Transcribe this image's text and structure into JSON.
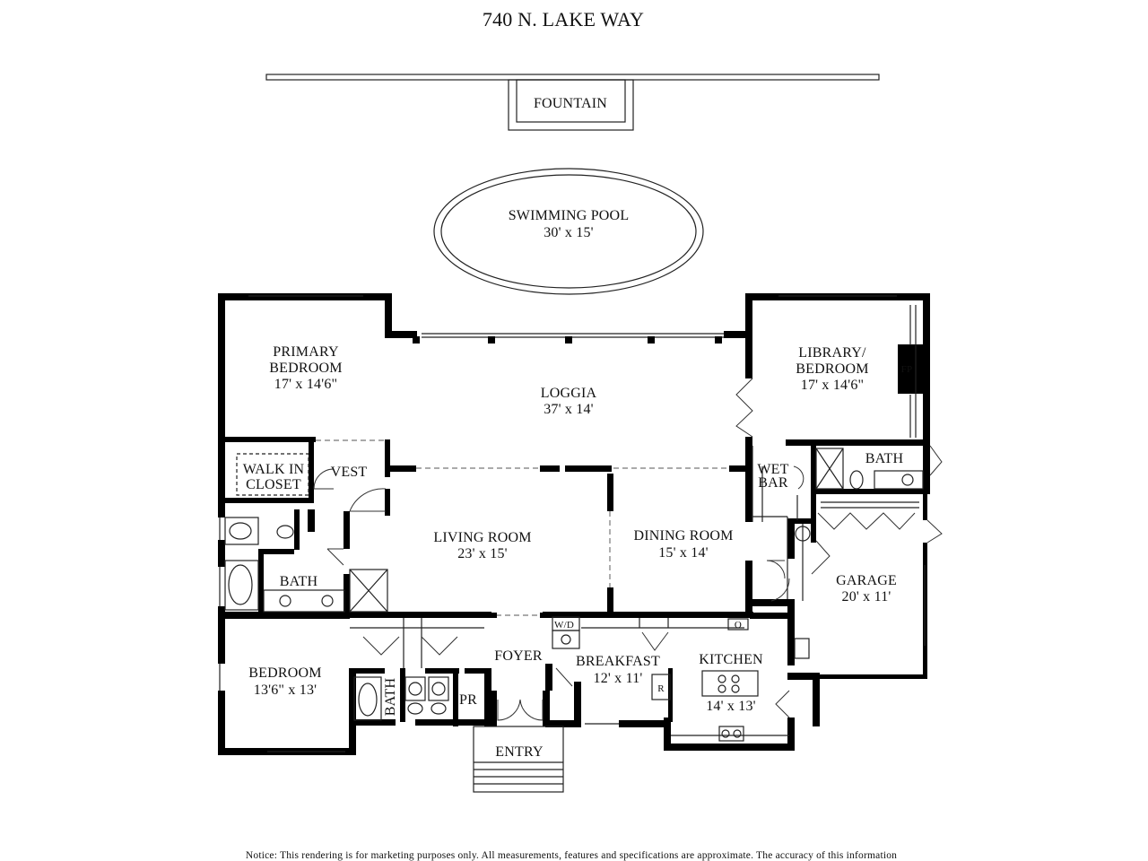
{
  "title": "740 N. LAKE WAY",
  "rooms": {
    "fountain": "FOUNTAIN",
    "pool_name": "SWIMMING POOL",
    "pool_dim": "30' x 15'",
    "primary_l1": "PRIMARY",
    "primary_l2": "BEDROOM",
    "primary_dim": "17' x 14'6\"",
    "loggia": "LOGGIA",
    "loggia_dim": "37' x 14'",
    "library_l1": "LIBRARY/",
    "library_l2": "BEDROOM",
    "library_dim": "17' x 14'6\"",
    "fp": "FP",
    "walkin_l1": "WALK IN",
    "walkin_l2": "CLOSET",
    "vest": "VEST",
    "wet_l1": "WET",
    "wet_l2": "BAR",
    "bath_right": "BATH",
    "living": "LIVING ROOM",
    "living_dim": "23' x 15'",
    "dining": "DINING ROOM",
    "dining_dim": "15' x 14'",
    "bath_left": "BATH",
    "garage": "GARAGE",
    "garage_dim": "20' x 11'",
    "wd": "W/D",
    "o": "O",
    "bedroom": "BEDROOM",
    "bedroom_dim": "13'6\" x 13'",
    "foyer": "FOYER",
    "breakfast": "BREAKFAST",
    "breakfast_dim": "12' x 11'",
    "kitchen": "KITCHEN",
    "kitchen_dim": "14' x 13'",
    "r": "R",
    "bath_small": "BATH",
    "pr": "PR",
    "entry": "ENTRY"
  },
  "notice": "Notice: This rendering is for marketing purposes only. All measurements, features and specifications are approximate. The accuracy of this information"
}
